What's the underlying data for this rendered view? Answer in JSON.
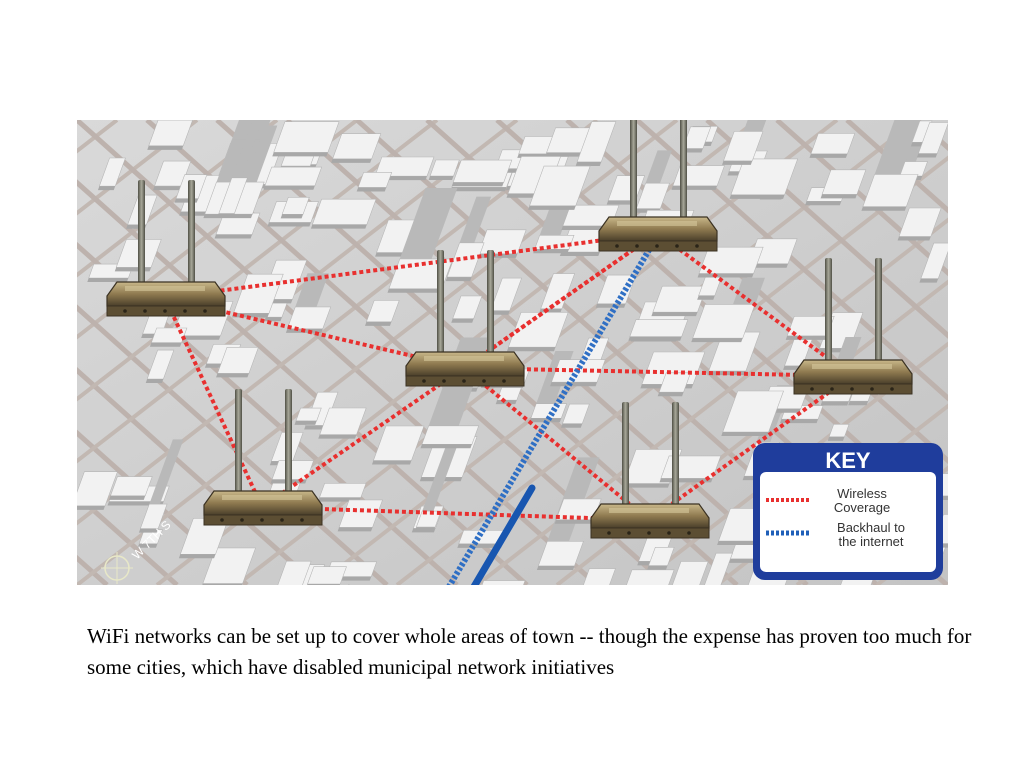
{
  "figure": {
    "key_title": "KEY",
    "legend": [
      {
        "line1": "Wireless",
        "line2": "Coverage",
        "color": "#e8302f",
        "style": "dotted"
      },
      {
        "line1": "Backhaul to",
        "line2": "the internet",
        "color": "#1f5fb8",
        "style": "dotted"
      }
    ],
    "street_label": "W 7TH S",
    "colors": {
      "coverage": "#e8302f",
      "backhaul": "#2f6fc4",
      "key_border": "#1f3d9c",
      "router_body": "#8f7a50",
      "antenna": "#6a6a5a",
      "arrow": "#1856b0"
    },
    "icons": [
      "router-icon",
      "compass-icon",
      "arrow-icon"
    ]
  },
  "caption": "WiFi networks can be set up to cover whole areas of town -- though the expense has proven too much for some cities, which have disabled municipal network initiatives"
}
